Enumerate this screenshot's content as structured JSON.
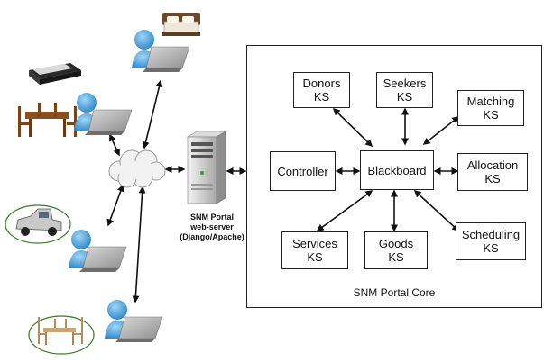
{
  "server": {
    "label": "SNM Portal\nweb-server\n(Django/Apache)"
  },
  "core": {
    "label": "SNM Portal Core",
    "boxes": {
      "donors": "Donors\nKS",
      "seekers": "Seekers\nKS",
      "matching": "Matching\nKS",
      "controller": "Controller",
      "blackboard": "Blackboard",
      "allocation": "Allocation\nKS",
      "services": "Services\nKS",
      "goods": "Goods\nKS",
      "scheduling": "Scheduling\nKS"
    }
  },
  "icons": {
    "user": "user-with-laptop-icon",
    "cloud": "internet-cloud-icon",
    "server": "server-tower-icon",
    "bed": "bed-icon",
    "dining": "dining-table-icon",
    "truck": "pickup-truck-icon",
    "furniture": "chairs-icon"
  },
  "colors": {
    "user": "#4aa3df",
    "laptop": "#9a9a9a",
    "border": "#222222",
    "oval": "#3b7a2a"
  }
}
